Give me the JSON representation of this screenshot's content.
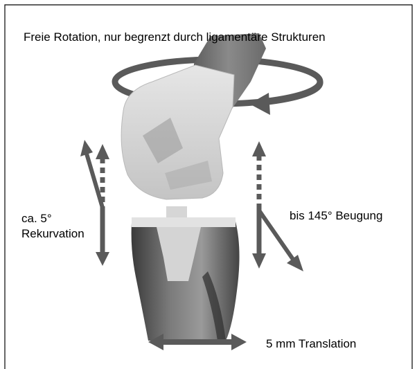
{
  "labels": {
    "rotation": "Freie Rotation, nur begrenzt durch ligamentäre Strukturen",
    "rekurvation_line1": "ca. 5°",
    "rekurvation_line2": "Rekurvation",
    "beugung": "bis 145° Beugung",
    "translation": "5 mm Translation"
  },
  "colors": {
    "arrow": "#5a5a5a",
    "bone_dark": "#4a4a4a",
    "implant": "#d8d8d8",
    "frame": "#000000"
  }
}
